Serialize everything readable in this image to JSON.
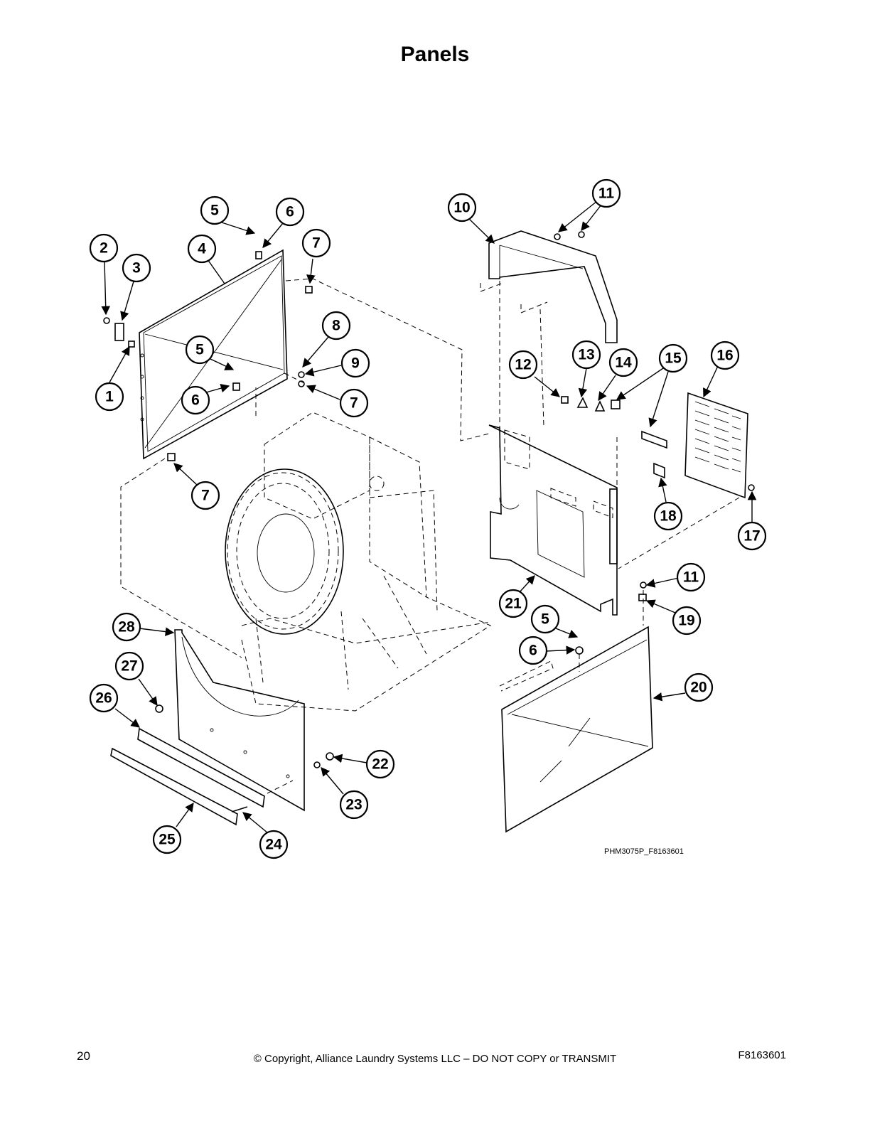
{
  "page": {
    "title": "Panels",
    "drawing_id": "PHM3075P_F8163601",
    "page_number": "20",
    "copyright": "© Copyright, Alliance Laundry Systems LLC – DO NOT COPY or TRANSMIT",
    "document_number": "F8163601"
  },
  "callouts": [
    "1",
    "2",
    "3",
    "4",
    "5",
    "6",
    "7",
    "8",
    "9",
    "10",
    "11",
    "12",
    "13",
    "14",
    "15",
    "16",
    "17",
    "18",
    "19",
    "20",
    "21",
    "22",
    "23",
    "24",
    "25",
    "26",
    "27",
    "28"
  ]
}
